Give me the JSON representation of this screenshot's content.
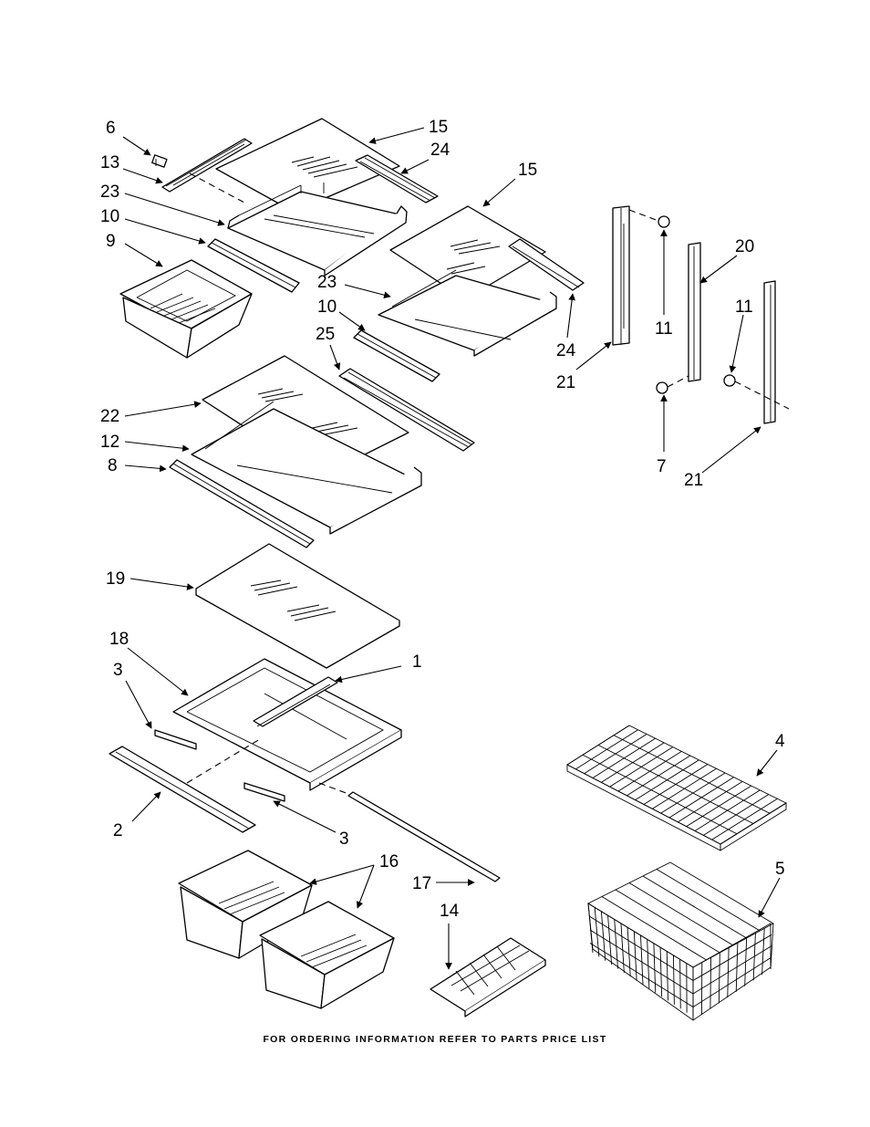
{
  "footer_note": "FOR ORDERING INFORMATION REFER TO PARTS PRICE LIST",
  "callouts": [
    {
      "id": "c6",
      "text": "6"
    },
    {
      "id": "c13",
      "text": "13"
    },
    {
      "id": "c23a",
      "text": "23"
    },
    {
      "id": "c10a",
      "text": "10"
    },
    {
      "id": "c9",
      "text": "9"
    },
    {
      "id": "c15a",
      "text": "15"
    },
    {
      "id": "c24a",
      "text": "24"
    },
    {
      "id": "c15b",
      "text": "15"
    },
    {
      "id": "c23b",
      "text": "23"
    },
    {
      "id": "c10b",
      "text": "10"
    },
    {
      "id": "c25",
      "text": "25"
    },
    {
      "id": "c24b",
      "text": "24"
    },
    {
      "id": "c22",
      "text": "22"
    },
    {
      "id": "c12",
      "text": "12"
    },
    {
      "id": "c8",
      "text": "8"
    },
    {
      "id": "c20",
      "text": "20"
    },
    {
      "id": "c11a",
      "text": "11"
    },
    {
      "id": "c11b",
      "text": "11"
    },
    {
      "id": "c21a",
      "text": "21"
    },
    {
      "id": "c7",
      "text": "7"
    },
    {
      "id": "c21b",
      "text": "21"
    },
    {
      "id": "c19",
      "text": "19"
    },
    {
      "id": "c18",
      "text": "18"
    },
    {
      "id": "c1",
      "text": "1"
    },
    {
      "id": "c3a",
      "text": "3"
    },
    {
      "id": "c2",
      "text": "2"
    },
    {
      "id": "c3b",
      "text": "3"
    },
    {
      "id": "c16",
      "text": "16"
    },
    {
      "id": "c17",
      "text": "17"
    },
    {
      "id": "c14",
      "text": "14"
    },
    {
      "id": "c4",
      "text": "4"
    },
    {
      "id": "c5",
      "text": "5"
    }
  ]
}
